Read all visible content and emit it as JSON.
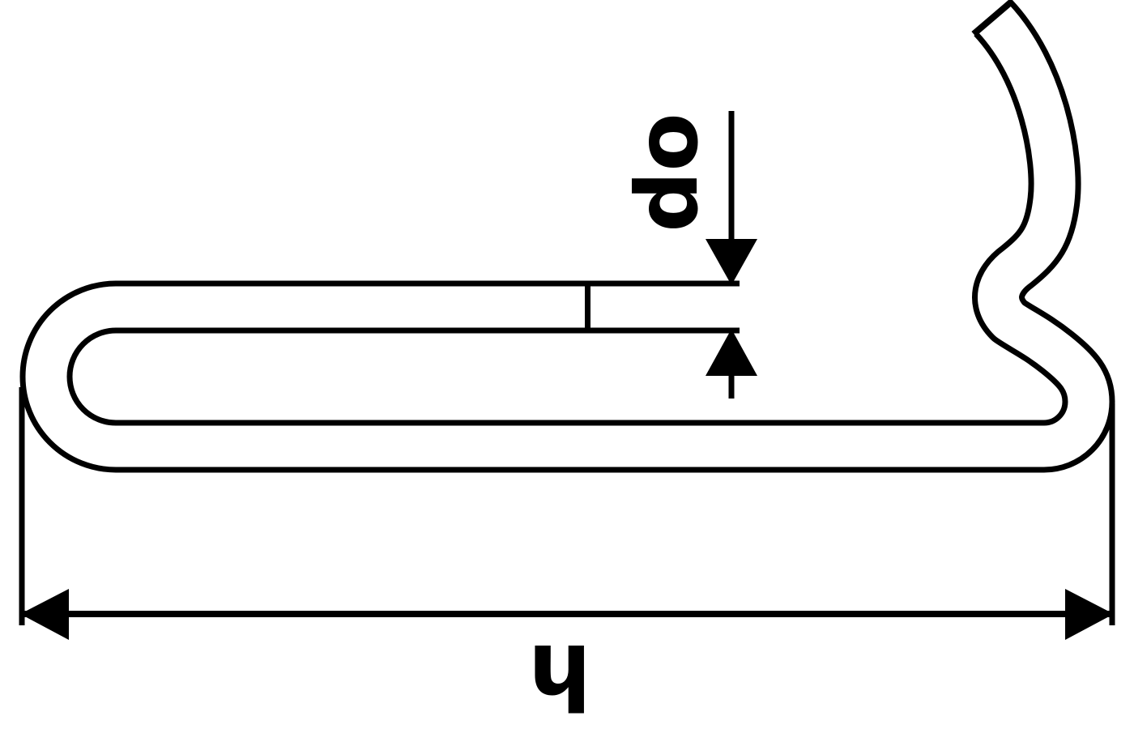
{
  "drawing": {
    "kind": "technical-line-drawing",
    "background_color": "#ffffff",
    "line_color": "#000000",
    "part": {
      "name": "flat-spring-clip-side-view"
    },
    "dimensions": {
      "wire_diameter": {
        "label": "do",
        "orientation": "rotated-90-ccw",
        "arrow_style": "opposed-filled-triangles"
      },
      "overall_length": {
        "label": "ɥ",
        "orientation": "horizontal",
        "arrow_style": "outward-filled-triangles"
      }
    }
  }
}
